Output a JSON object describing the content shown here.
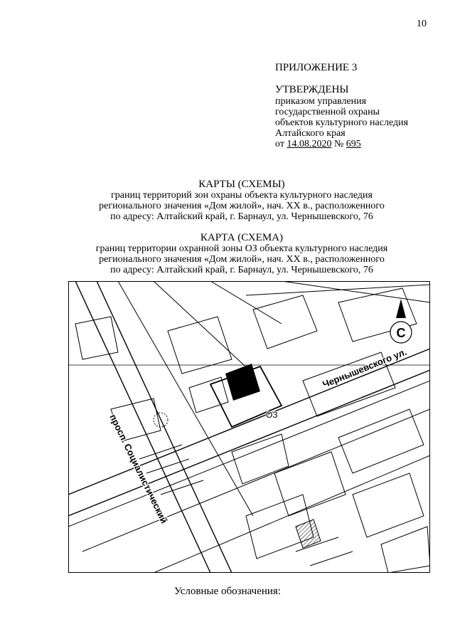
{
  "page_number": "10",
  "appendix_label": "ПРИЛОЖЕНИЕ 3",
  "approval": {
    "heading": "УТВЕРЖДЕНЫ",
    "line1": "приказом управления",
    "line2": "государственной охраны",
    "line3": "объектов культурного наследия",
    "line4": "Алтайского края",
    "date_prefix": "от ",
    "date": "14.08.2020",
    "number_prefix": " № ",
    "number": "695"
  },
  "maps_block": {
    "title": "КАРТЫ (СХЕМЫ)",
    "line1": "границ территорий зон охраны объекта культурного наследия",
    "line2": "регионального значения «Дом жилой», нач. XX в., расположенного",
    "line3": "по адресу: Алтайский край, г. Барнаул, ул. Чернышевского, 76"
  },
  "map_block": {
    "title": "КАРТА (СХЕМА)",
    "line1": "границ территории охранной зоны ОЗ объекта культурного наследия",
    "line2": "регионального значения «Дом жилой», нач. XX в., расположенного",
    "line3": "по адресу: Алтайский край, г. Барнаул, ул. Чернышевского, 76"
  },
  "map_labels": {
    "street_1": "Чернышевского ул.",
    "street_2": "просп. Социалистический",
    "zone": "ОЗ",
    "north": "С"
  },
  "legend_title": "Условные обозначения:",
  "colors": {
    "ink": "#000000",
    "paper": "#ffffff"
  }
}
